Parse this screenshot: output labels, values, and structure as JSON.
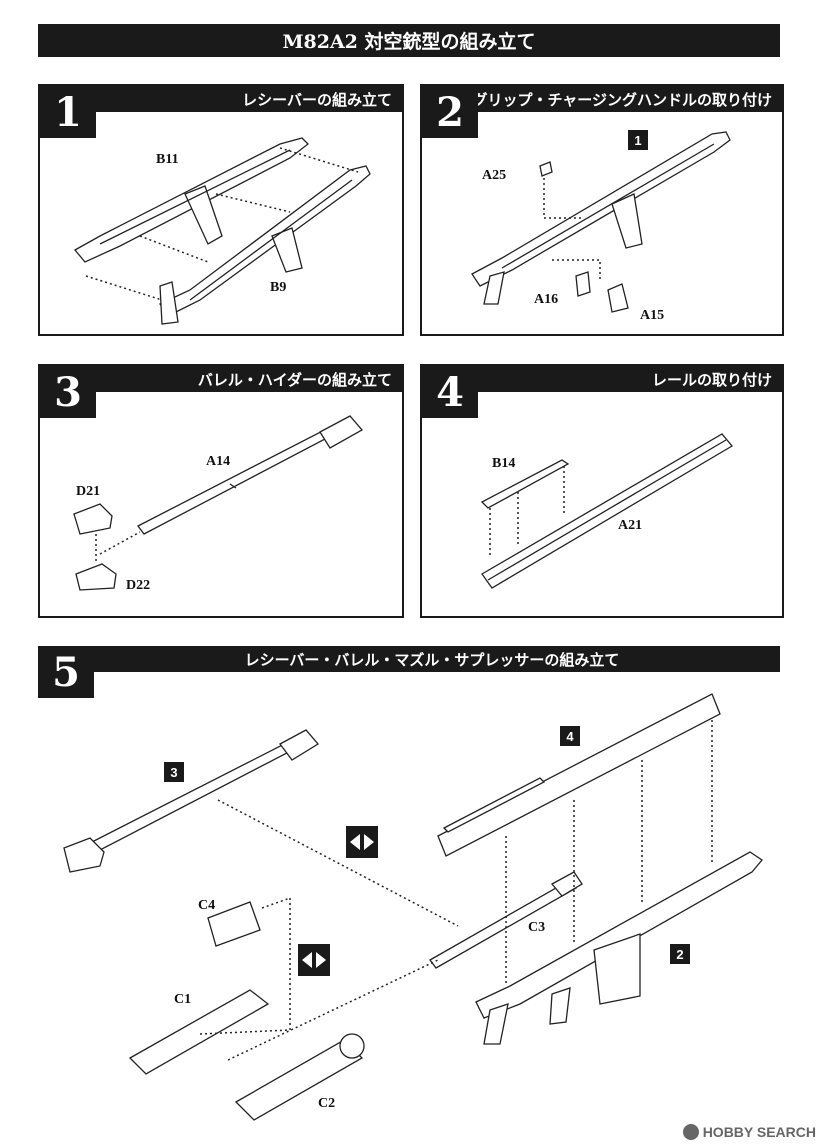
{
  "header": {
    "title": "M82A2 対空銃型の組み立て"
  },
  "steps": [
    {
      "number": "1",
      "title": "レシーバーの組み立て",
      "parts": [
        "B11",
        "B9"
      ]
    },
    {
      "number": "2",
      "title": "グリップ・チャージングハンドルの取り付け",
      "ref": "1",
      "parts": [
        "A25",
        "A16",
        "A15"
      ]
    },
    {
      "number": "3",
      "title": "バレル・ハイダーの組み立て",
      "parts": [
        "A14",
        "D21",
        "D22"
      ]
    },
    {
      "number": "4",
      "title": "レールの取り付け",
      "parts": [
        "B14",
        "A21"
      ]
    },
    {
      "number": "5",
      "title": "レシーバー・バレル・マズル・サプレッサーの組み立て",
      "refs": [
        "3",
        "4",
        "2"
      ],
      "parts": [
        "C4",
        "C3",
        "C1",
        "C2"
      ]
    }
  ],
  "watermark": {
    "text": "HOBBY SEARCH",
    "icon": "hobbysearch-logo-icon"
  }
}
